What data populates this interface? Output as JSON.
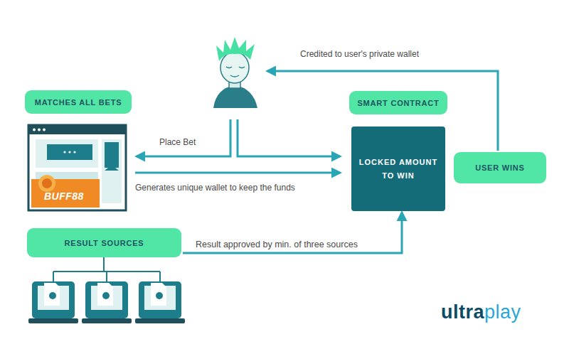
{
  "diagram": {
    "nodes": [
      {
        "text": [
          "MATCHES ALL BETS"
        ]
      },
      {
        "text": [
          "SMART CONTRACT"
        ]
      },
      {
        "text": [
          "LOCKED AMOUNT TO WIN"
        ]
      },
      {
        "text": [
          "USER WINS"
        ]
      },
      {
        "text": [
          "RESULT SOURCES"
        ]
      }
    ],
    "edges": [
      {
        "from": 4,
        "to": 2,
        "arrow": "to",
        "label": "Result approved by min. of three sources"
      }
    ],
    "labels": [
      "Credited to user's private wallet",
      "Place Bet",
      "Generates unique wallet to keep the funds",
      "BUFF88",
      "ultra",
      "play"
    ]
  }
}
